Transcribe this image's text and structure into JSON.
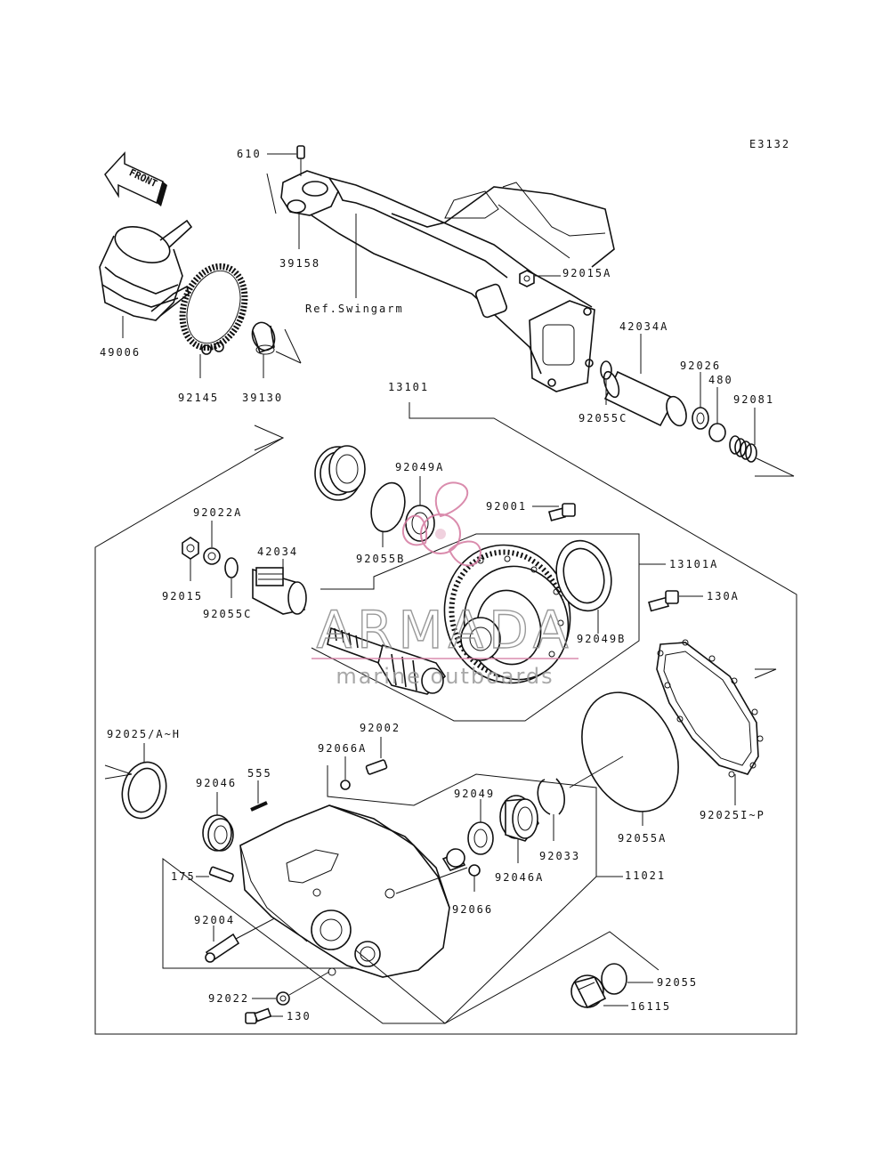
{
  "diagram_code": "E3132",
  "direction_arrow": {
    "label": "FRONT"
  },
  "watermark": {
    "brand": "ARMADA",
    "tagline": "marine outboards",
    "color": "#d4789f"
  },
  "parts": {
    "p610": "610",
    "p39158": "39158",
    "ref_swingarm": "Ref.Swingarm",
    "p92015A": "92015A",
    "p49006": "49006",
    "p92145": "92145",
    "p39130": "39130",
    "p42034A": "42034A",
    "p92026": "92026",
    "p480": "480",
    "p92081": "92081",
    "p92055C_top": "92055C",
    "p13101": "13101",
    "p92049A": "92049A",
    "p92001": "92001",
    "p92022A": "92022A",
    "p42034": "42034",
    "p92015": "92015",
    "p92055C": "92055C",
    "p92055B": "92055B",
    "p13101A": "13101A",
    "p130A": "130A",
    "p92049B": "92049B",
    "p92025AH": "92025/A~H",
    "p92002": "92002",
    "p92066A": "92066A",
    "p92046": "92046",
    "p555": "555",
    "p92049": "92049",
    "p175": "175",
    "p92004": "92004",
    "p92066": "92066",
    "p92046A": "92046A",
    "p92033": "92033",
    "p92055A": "92055A",
    "p92025IP": "92025I~P",
    "p11021": "11021",
    "p92022": "92022",
    "p130": "130",
    "p92055": "92055",
    "p16115": "16115"
  }
}
